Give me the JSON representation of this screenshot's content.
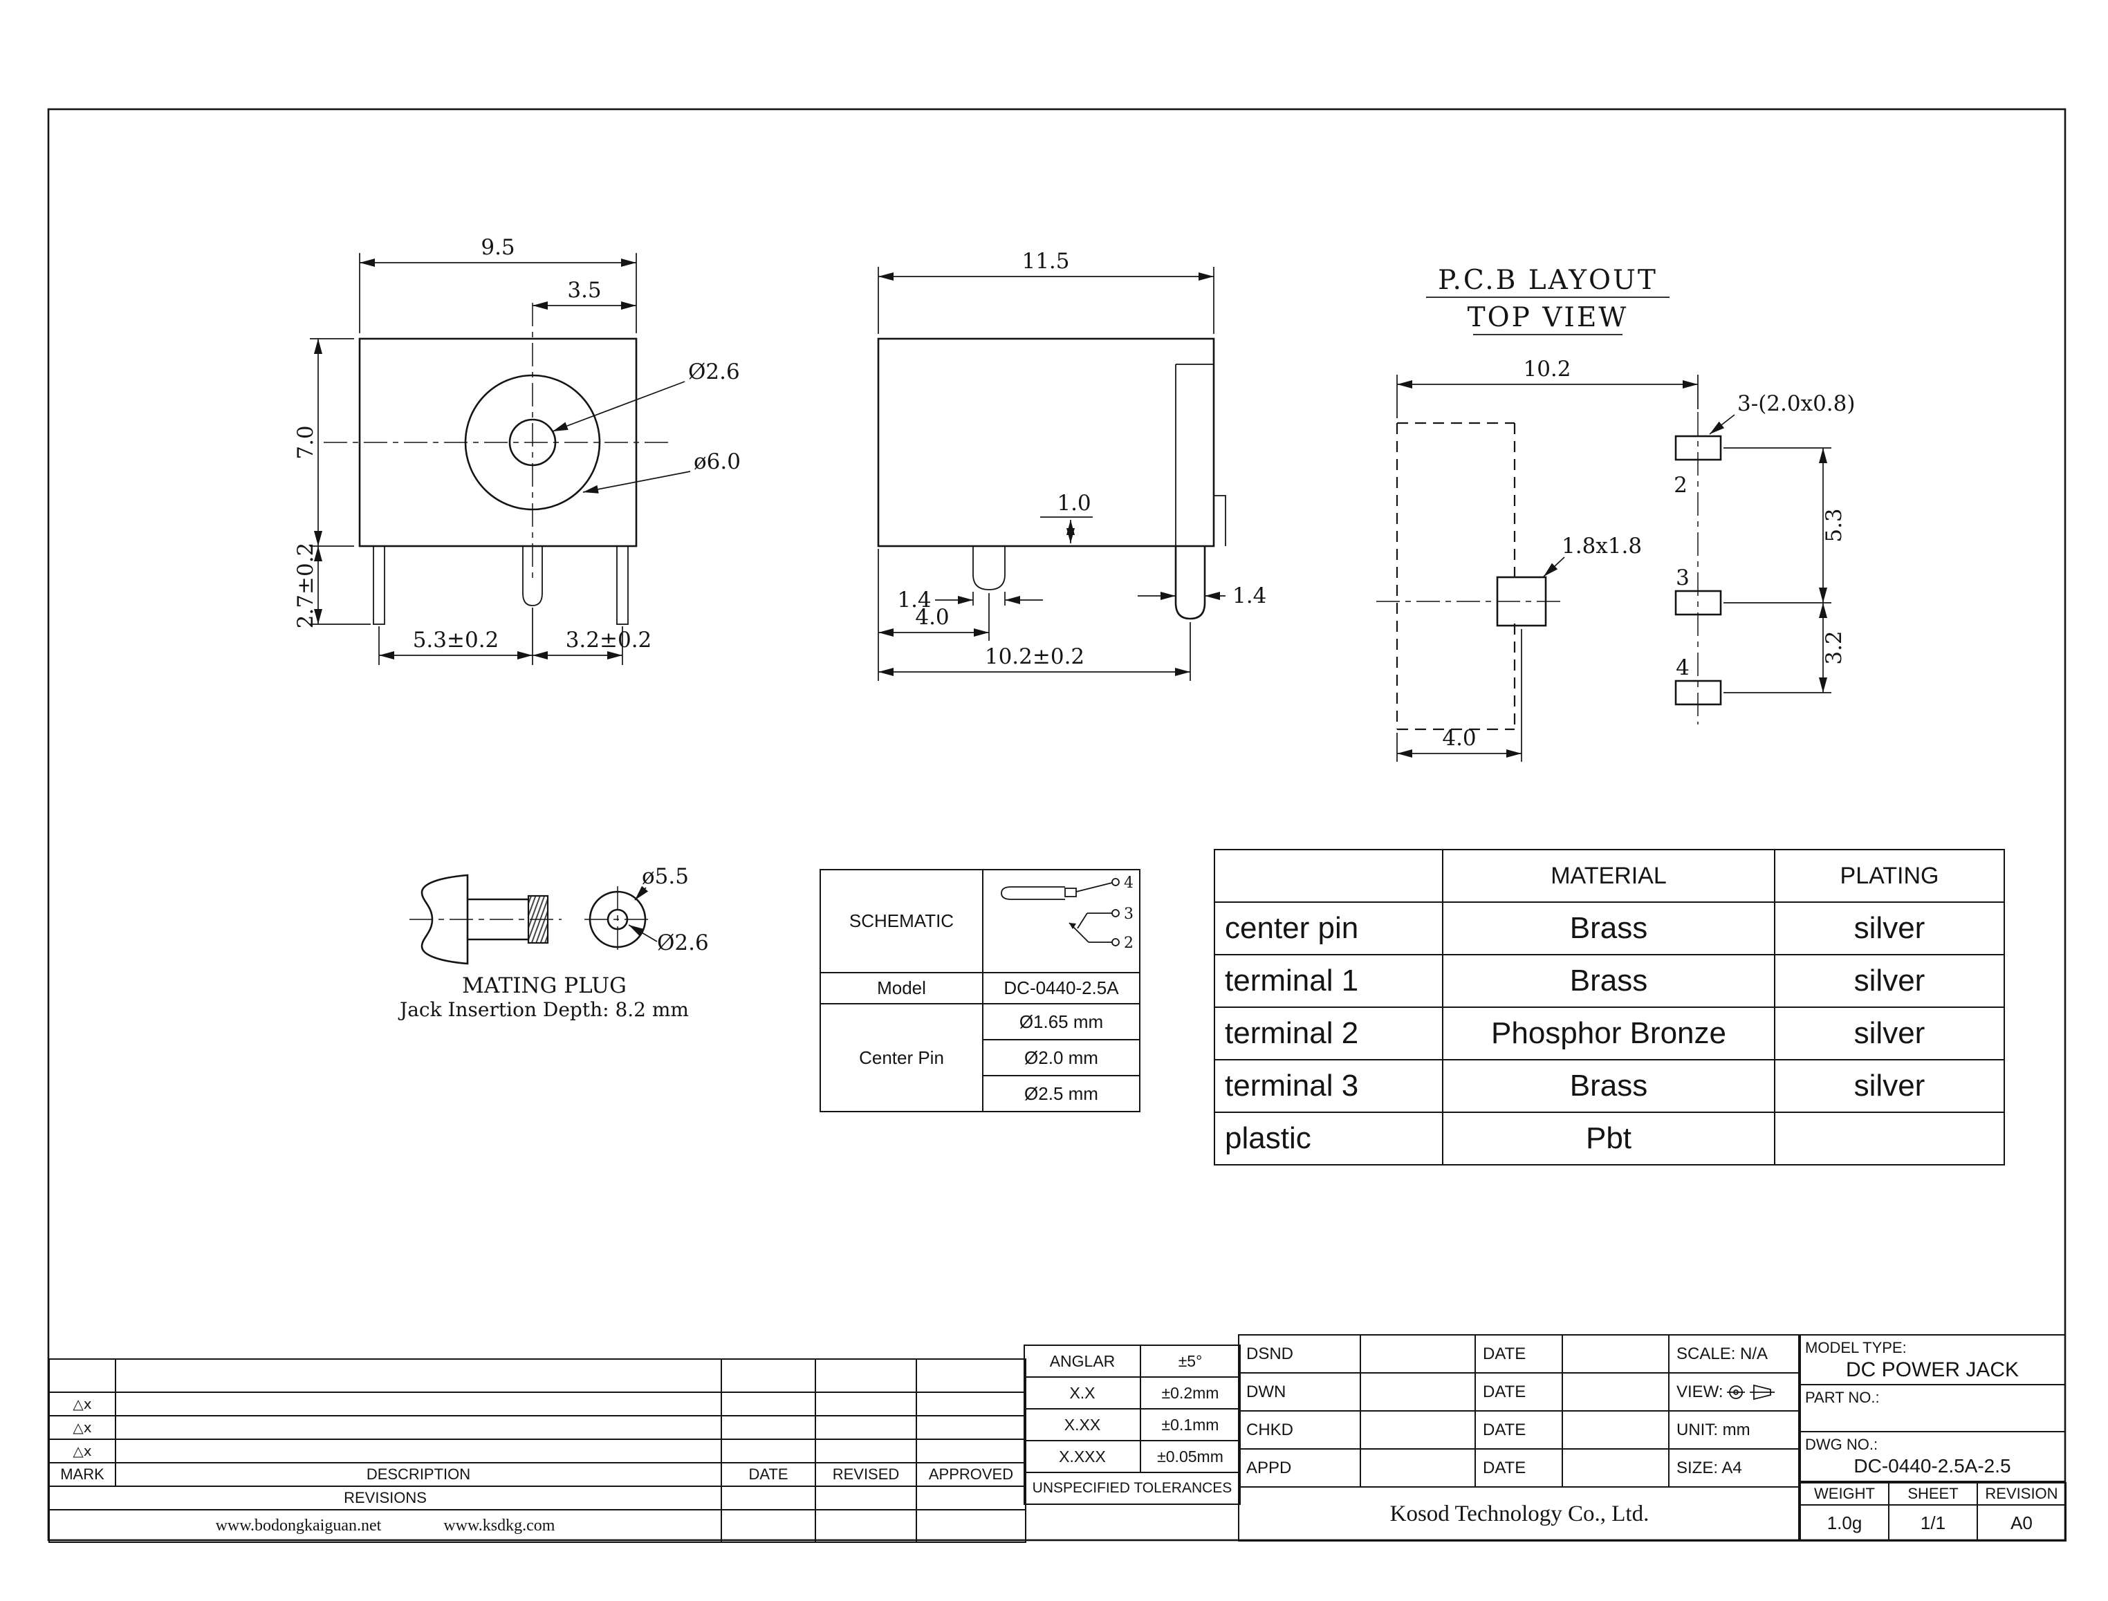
{
  "front_view": {
    "dim_width": "9.5",
    "dim_inner": "3.5",
    "dim_pin_dia": "Ø2.6",
    "dim_barrel_dia": "ø6.0",
    "dim_height": "7.0",
    "dim_pin_length": "2.7±0.2",
    "dim_pitch_left": "5.3±0.2",
    "dim_pitch_right": "3.2±0.2"
  },
  "side_view": {
    "dim_width": "11.5",
    "dim_step": "1.0",
    "dim_pin_w": "1.4",
    "dim_pin_offset": "4.0",
    "dim_total": "10.2±0.2",
    "dim_lug_w": "1.4"
  },
  "pcb_layout": {
    "title_line1": "P.C.B LAYOUT",
    "title_line2": "TOP VIEW",
    "dim_width": "10.2",
    "pad_note": "3-(2.0x0.8)",
    "dim_pitch_23": "5.3",
    "dim_pitch_34": "3.2",
    "hole_note": "1.8x1.8",
    "dim_offset": "4.0",
    "pad2": "2",
    "pad3": "3",
    "pad4": "4"
  },
  "mating_plug": {
    "dim_outer": "ø5.5",
    "dim_inner": "Ø2.6",
    "title": "MATING PLUG",
    "subtitle": "Jack Insertion Depth: 8.2 mm"
  },
  "spec_table": {
    "schematic_label": "SCHEMATIC",
    "pin4": "4",
    "pin3": "3",
    "pin2": "2",
    "model_label": "Model",
    "model_value": "DC-0440-2.5A",
    "center_pin_label": "Center Pin",
    "option1": "Ø1.65 mm",
    "option2": "Ø2.0 mm",
    "option3": "Ø2.5 mm"
  },
  "materials_table": {
    "col_material": "MATERIAL",
    "col_plating": "PLATING",
    "rows": [
      {
        "part": "center pin",
        "material": "Brass",
        "plating": "silver"
      },
      {
        "part": "terminal 1",
        "material": "Brass",
        "plating": "silver"
      },
      {
        "part": "terminal 2",
        "material": "Phosphor Bronze",
        "plating": "silver"
      },
      {
        "part": "terminal 3",
        "material": "Brass",
        "plating": "silver"
      },
      {
        "part": "plastic",
        "material": "Pbt",
        "plating": ""
      }
    ]
  },
  "title_block": {
    "revisions": {
      "mark": "MARK",
      "description": "DESCRIPTION",
      "date": "DATE",
      "revised": "REVISED",
      "approved": "APPROVED",
      "title": "REVISIONS",
      "row_mark": "△x",
      "site1": "www.bodongkaiguan.net",
      "site2": "www.ksdkg.com"
    },
    "tolerances": {
      "title": "UNSPECIFIED TOLERANCES",
      "r1l": "ANGLAR",
      "r1v": "±5°",
      "r2l": "X.X",
      "r2v": "±0.2mm",
      "r3l": "X.XX",
      "r3v": "±0.1mm",
      "r4l": "X.XXX",
      "r4v": "±0.05mm"
    },
    "approvals": {
      "dsnd": "DSND",
      "dwn": "DWN",
      "chkd": "CHKD",
      "appd": "APPD",
      "date": "DATE",
      "company": "Kosod Technology Co., Ltd."
    },
    "info": {
      "scale": "SCALE: N/A",
      "view": "VIEW:",
      "unit": "UNIT: mm",
      "size": "SIZE: A4"
    },
    "model_type_label": "MODEL TYPE:",
    "model_type_value": "DC POWER JACK",
    "part_no_label": "PART NO.:",
    "dwg_no_label": "DWG NO.:",
    "dwg_no_value": "DC-0440-2.5A-2.5",
    "weight_label": "WEIGHT",
    "weight_value": "1.0g",
    "sheet_label": "SHEET",
    "sheet_value": "1/1",
    "revision_label": "REVISION",
    "revision_value": "A0"
  }
}
